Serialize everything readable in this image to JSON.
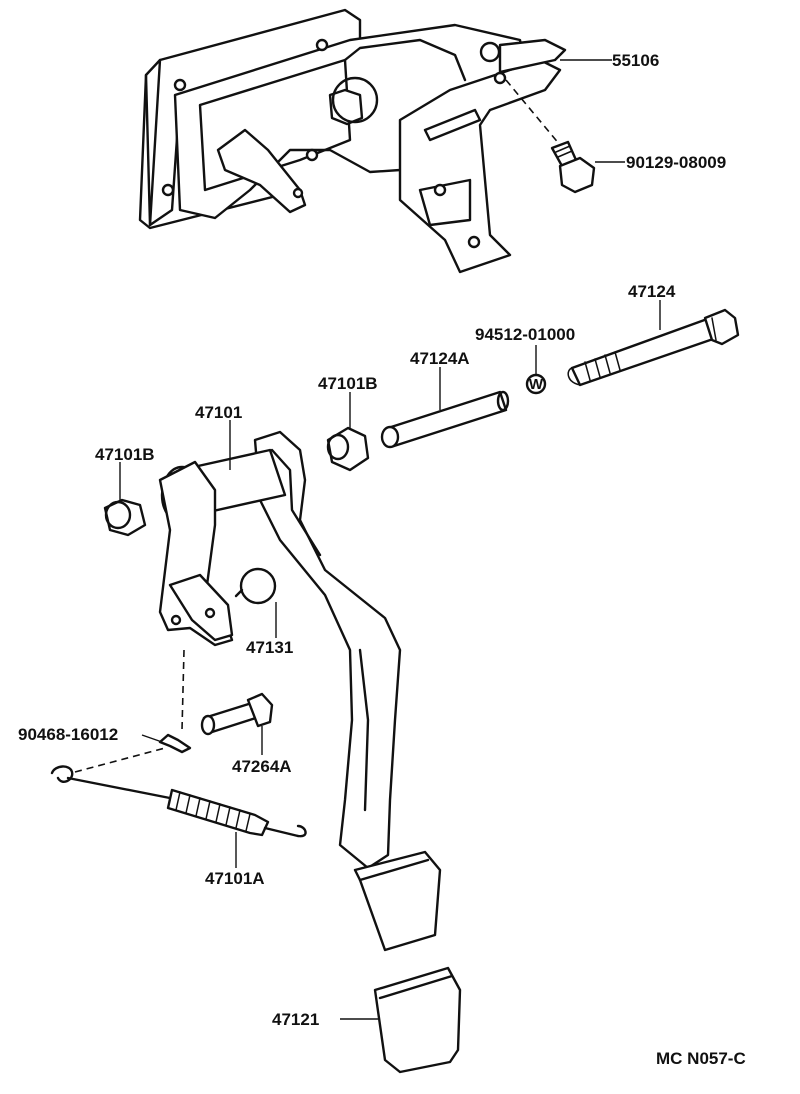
{
  "diagram": {
    "parts": {
      "p55106": "55106",
      "p90129": "90129-08009",
      "p47124": "47124",
      "p94512": "94512-01000",
      "p47124A": "47124A",
      "p47101B_top": "47101B",
      "p47101": "47101",
      "p47101B_left": "47101B",
      "p47131": "47131",
      "p90468": "90468-16012",
      "p47264A": "47264A",
      "p47101A": "47101A",
      "p47121": "47121"
    },
    "washer_mark": "W",
    "reference_code": "MC N057-C"
  }
}
